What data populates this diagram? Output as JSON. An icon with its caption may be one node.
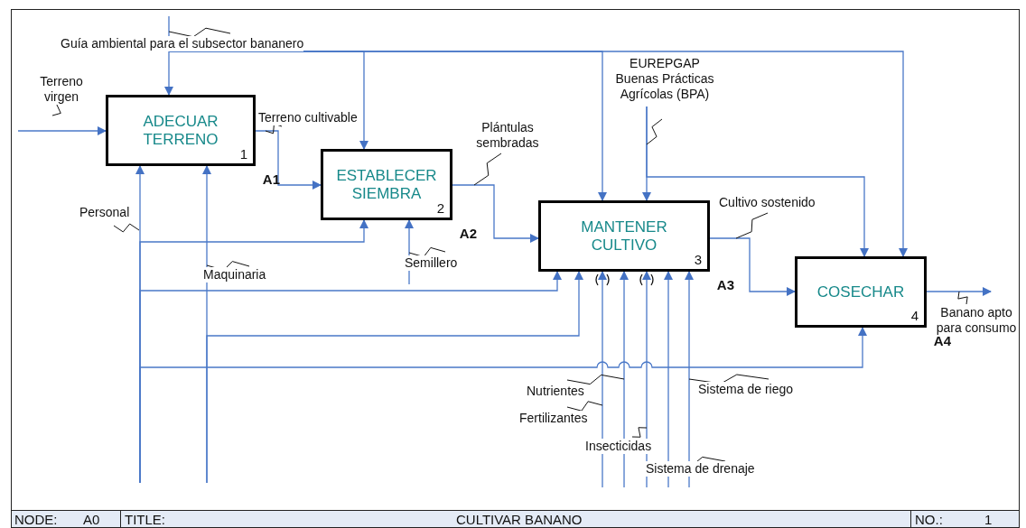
{
  "diagram": {
    "nodes": [
      {
        "text": [
          "ADECUAR TERRENO",
          "1"
        ],
        "beside": [
          "A1"
        ]
      },
      {
        "text": [
          "ESTABLECER SIEMBRA",
          "2"
        ],
        "beside": [
          "A2"
        ]
      },
      {
        "text": [
          "MANTENER CULTIVO",
          "3"
        ],
        "beside": [
          "A3"
        ]
      },
      {
        "text": [
          "COSECHAR",
          "4"
        ],
        "beside": [
          "A4"
        ]
      }
    ],
    "edges": [
      {
        "from": null,
        "to": 0,
        "arrow": "to",
        "label": "Terreno virgen"
      },
      {
        "from": 0,
        "to": 1,
        "arrow": "to",
        "label": "Terreno cultivable"
      },
      {
        "from": 1,
        "to": 2,
        "arrow": "to",
        "label": "Plántulas sembradas"
      },
      {
        "from": 2,
        "to": 3,
        "arrow": "to",
        "label": "Cultivo sostenido"
      },
      {
        "from": 3,
        "to": null,
        "arrow": "to",
        "label": "Banano apto para consumo"
      },
      {
        "from": null,
        "to": 0,
        "arrow": "to",
        "label": "Guía ambiental para el subsector bananero"
      },
      {
        "from": null,
        "to": 1,
        "arrow": "to"
      },
      {
        "from": null,
        "to": 2,
        "arrow": "to"
      },
      {
        "from": null,
        "to": 3,
        "arrow": "to"
      },
      {
        "from": null,
        "to": 2,
        "arrow": "to",
        "label": "EUREPGAP Buenas Prácticas Agrícolas (BPA)"
      },
      {
        "from": null,
        "to": 3,
        "arrow": "to"
      },
      {
        "from": null,
        "to": 0,
        "arrow": "to",
        "label": "Personal"
      },
      {
        "from": null,
        "to": 1,
        "arrow": "to"
      },
      {
        "from": null,
        "to": 2,
        "arrow": "to"
      },
      {
        "from": null,
        "to": 3,
        "arrow": "to"
      },
      {
        "from": null,
        "to": 0,
        "arrow": "to",
        "label": "Maquinaria"
      },
      {
        "from": null,
        "to": 2,
        "arrow": "to"
      },
      {
        "from": null,
        "to": 1,
        "arrow": "to",
        "label": "Semillero"
      },
      {
        "from": null,
        "to": 2,
        "arrow": "to",
        "label": "Fertilizantes"
      },
      {
        "from": null,
        "to": 2,
        "arrow": "to",
        "label": "Nutrientes"
      },
      {
        "from": null,
        "to": 2,
        "arrow": "to",
        "label": "Insecticidas"
      },
      {
        "from": null,
        "to": 2,
        "arrow": "to",
        "label": "Sistema de drenaje"
      },
      {
        "from": null,
        "to": 2,
        "arrow": "to",
        "label": "Sistema de riego"
      }
    ],
    "labels": [
      "NODE:",
      "A0",
      "TITLE:",
      "CULTIVAR BANANO",
      "NO.:",
      "1"
    ]
  }
}
